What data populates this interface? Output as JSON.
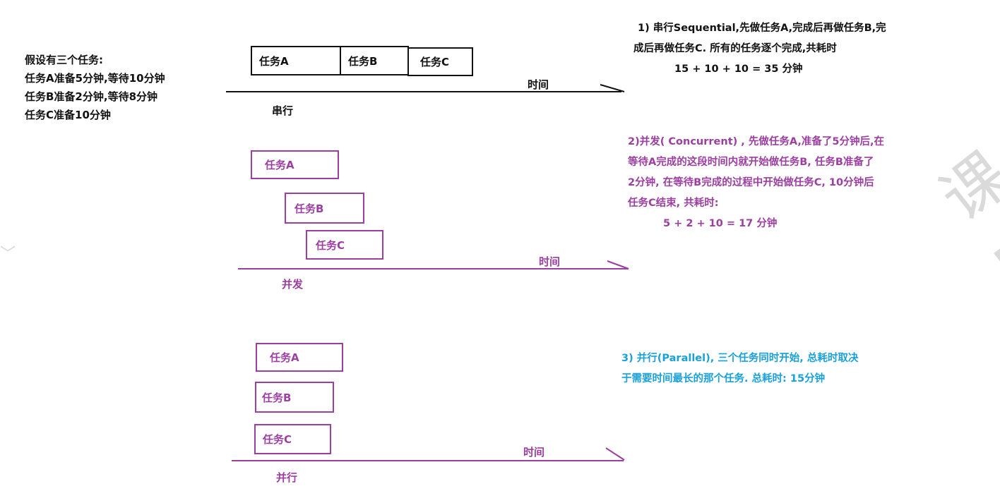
{
  "intro": {
    "title": "假设有三个任务:",
    "lines": [
      "任务A准备5分钟,等待10分钟",
      "任务B准备2分钟,等待8分钟",
      "任务C准备10分钟"
    ]
  },
  "serial": {
    "tasks": [
      "任务A",
      "任务B",
      "任务C"
    ],
    "axis_label": "时间",
    "section_label": "串行",
    "color": "#111111",
    "description": {
      "line1": "1) 串行Sequential,先做任务A,完成后再做任务B,完",
      "line2": "成后再做任务C. 所有的任务逐个完成,共耗时",
      "formula": "15 + 10 + 10 = 35 分钟"
    }
  },
  "concurrent": {
    "tasks": [
      "任务A",
      "任务B",
      "任务C"
    ],
    "axis_label": "时间",
    "section_label": "并发",
    "color": "#9b3fa0",
    "description": {
      "line1": "2)并发( Concurrent) , 先做任务A,准备了5分钟后,在",
      "line2": "等待A完成的这段时间内就开始做任务B, 任务B准备了",
      "line3": "2分钟, 在等待B完成的过程中开始做任务C, 10分钟后",
      "line4": "任务C结束, 共耗时:",
      "formula": "5 + 2 + 10 = 17 分钟"
    }
  },
  "parallel": {
    "tasks": [
      "任务A",
      "任务B",
      "任务C"
    ],
    "axis_label": "时间",
    "section_label": "并行",
    "color": "#9b3fa0",
    "description": {
      "line1": "3) 并行(Parallel), 三个任务同时开始, 总耗时取决",
      "line2": "于需要时间最长的那个任务. 总耗时: 15分钟",
      "color": "#1ba0d8"
    }
  },
  "watermark": {
    "text": "课网",
    "edge_text": "﹀"
  }
}
